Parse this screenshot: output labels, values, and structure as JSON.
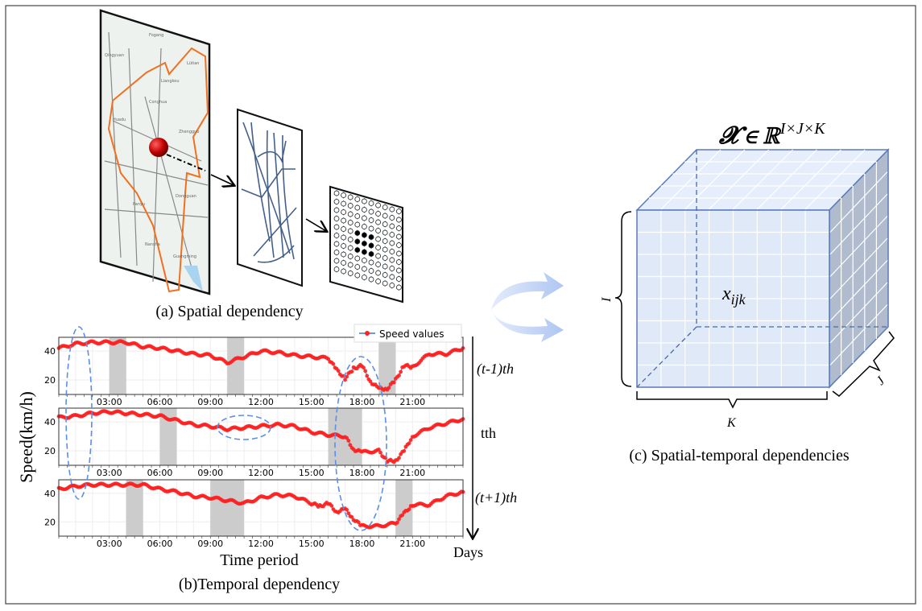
{
  "spatial": {
    "caption": "(a) Spatial dependency",
    "map_labels": [
      "Fogang",
      "Qingyuan",
      "Liangkou",
      "Lütian",
      "Conghua",
      "Huadu",
      "Zhengguo",
      "Panyu",
      "Dongguan",
      "Nansha",
      "Guangming"
    ]
  },
  "temporal": {
    "caption": "(b)Temporal dependency",
    "days_label": "Days",
    "day_labels": [
      "(t-1)th",
      "tth",
      "(t+1)th"
    ]
  },
  "tensor": {
    "caption": "(c) Spatial-temporal dependencies",
    "title": "𝓧 ∈ ℝ",
    "title_sup": "I×J×K",
    "element": "x",
    "element_sub": "ijk",
    "dim_i": "I",
    "dim_j": "J",
    "dim_k": "K"
  },
  "colors": {
    "points": "#ff2020",
    "line": "#3a7ac8",
    "shade": "#cccccc",
    "ellipse": "#5b8fe8",
    "cube_face": "#dfe9f8",
    "cube_side": "#b0bccd",
    "cube_edge": "#5a7ab8"
  },
  "chart_data": {
    "type": "line",
    "xlabel": "Time period",
    "ylabel": "Speed(km/h)",
    "legend": "Speed values",
    "legend_placement": "top-right",
    "xlim": [
      0,
      24
    ],
    "ylim": [
      10,
      49.5
    ],
    "xticks": [
      "03:00",
      "06:00",
      "09:00",
      "12:00",
      "15:00",
      "18:00",
      "21:00"
    ],
    "yticks": [
      20,
      40
    ],
    "grid": true,
    "panels": [
      {
        "name": "(t-1)th",
        "shaded_hours": [
          [
            3,
            4
          ],
          [
            10,
            11
          ],
          [
            19,
            20
          ]
        ],
        "points": [
          [
            0,
            42
          ],
          [
            1,
            45
          ],
          [
            2,
            46
          ],
          [
            3,
            46
          ],
          [
            4,
            46
          ],
          [
            5,
            43
          ],
          [
            6,
            42
          ],
          [
            7,
            40
          ],
          [
            8,
            38
          ],
          [
            9,
            37
          ],
          [
            10,
            32
          ],
          [
            11,
            36
          ],
          [
            12,
            40
          ],
          [
            13,
            39
          ],
          [
            14,
            37
          ],
          [
            15,
            36
          ],
          [
            16,
            35
          ],
          [
            16.5,
            27
          ],
          [
            17,
            21
          ],
          [
            17.5,
            28
          ],
          [
            18,
            30
          ],
          [
            18.5,
            19
          ],
          [
            19,
            14
          ],
          [
            19.5,
            14
          ],
          [
            20,
            20
          ],
          [
            20.5,
            30
          ],
          [
            21,
            29
          ],
          [
            22,
            38
          ],
          [
            23,
            38
          ],
          [
            24,
            42
          ]
        ]
      },
      {
        "name": "tth",
        "shaded_hours": [
          [
            6,
            7
          ],
          [
            16,
            18
          ]
        ],
        "points": [
          [
            0,
            43
          ],
          [
            1,
            44
          ],
          [
            2,
            46
          ],
          [
            3,
            47
          ],
          [
            4,
            46
          ],
          [
            5,
            45
          ],
          [
            6,
            44
          ],
          [
            7,
            41
          ],
          [
            8,
            38
          ],
          [
            9,
            37
          ],
          [
            10,
            35
          ],
          [
            11,
            36
          ],
          [
            12,
            37
          ],
          [
            13,
            38
          ],
          [
            14,
            37
          ],
          [
            15,
            33
          ],
          [
            16,
            31
          ],
          [
            17,
            30
          ],
          [
            17.5,
            21
          ],
          [
            18,
            19
          ],
          [
            19,
            20
          ],
          [
            19.5,
            13
          ],
          [
            20,
            13
          ],
          [
            20.5,
            20
          ],
          [
            21,
            30
          ],
          [
            22,
            36
          ],
          [
            23,
            39
          ],
          [
            24,
            42
          ]
        ]
      },
      {
        "name": "(t+1)th",
        "shaded_hours": [
          [
            4,
            5
          ],
          [
            9,
            11
          ],
          [
            20,
            21
          ]
        ],
        "points": [
          [
            0,
            43
          ],
          [
            1,
            45
          ],
          [
            2,
            46
          ],
          [
            3,
            46
          ],
          [
            4,
            46
          ],
          [
            5,
            46
          ],
          [
            6,
            43
          ],
          [
            7,
            41
          ],
          [
            8,
            38
          ],
          [
            9,
            37
          ],
          [
            10,
            35
          ],
          [
            11,
            33
          ],
          [
            12,
            37
          ],
          [
            13,
            39
          ],
          [
            14,
            38
          ],
          [
            15,
            33
          ],
          [
            15.5,
            31
          ],
          [
            16,
            33
          ],
          [
            16.5,
            27
          ],
          [
            17,
            29
          ],
          [
            17.5,
            22
          ],
          [
            18,
            17
          ],
          [
            19,
            17
          ],
          [
            20,
            19
          ],
          [
            20.5,
            26
          ],
          [
            21,
            32
          ],
          [
            22,
            32
          ],
          [
            23,
            38
          ],
          [
            24,
            41
          ]
        ]
      }
    ]
  }
}
